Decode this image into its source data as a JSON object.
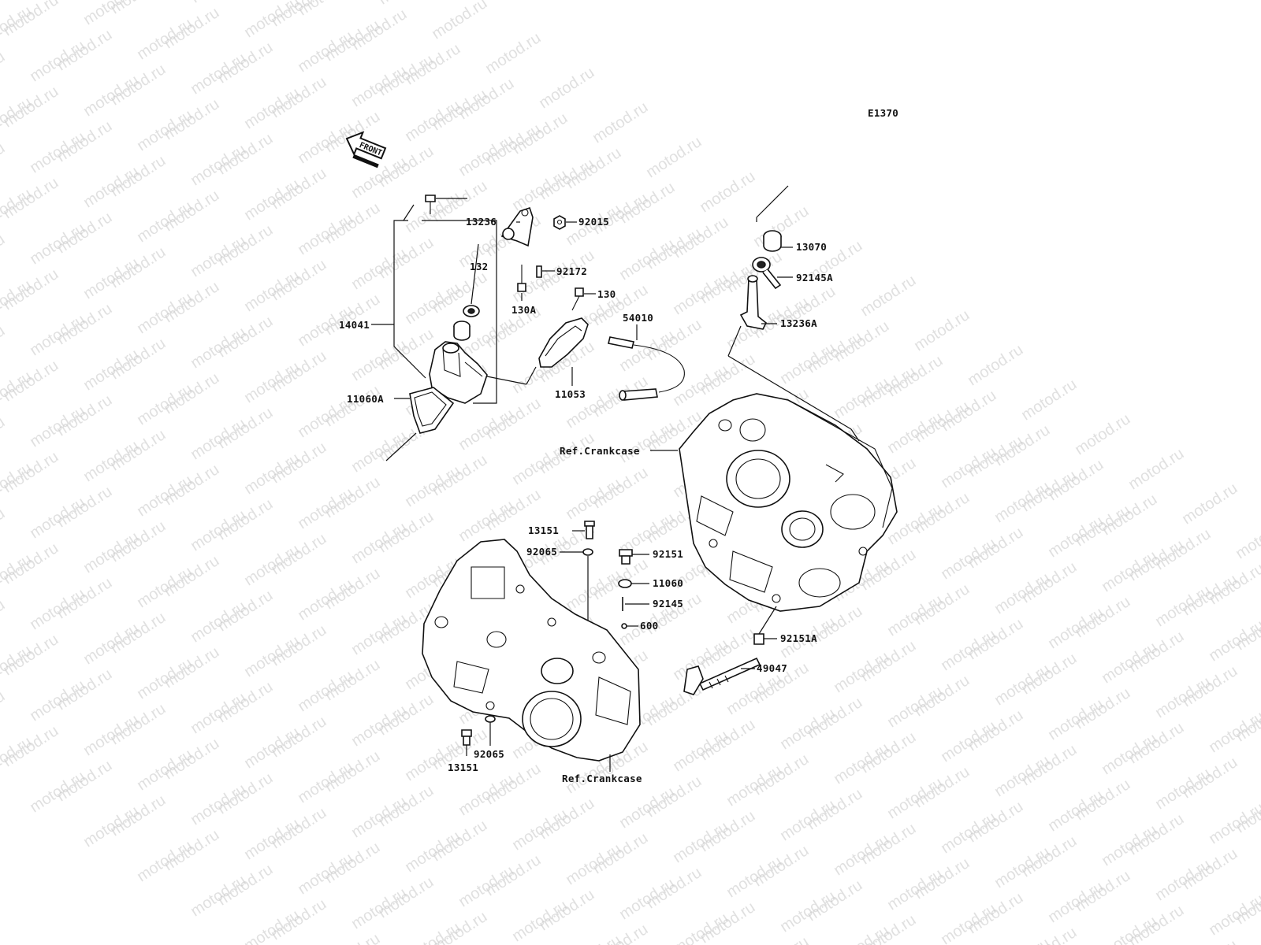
{
  "watermark": "motod.ru",
  "diagram_code": "E1370",
  "front_label": "FRONT",
  "parts": {
    "p13236": "13236",
    "p92015": "92015",
    "p132": "132",
    "p92172": "92172",
    "p130": "130",
    "p130A": "130A",
    "p14041": "14041",
    "p54010": "54010",
    "p11053": "11053",
    "p11060A": "11060A",
    "p13070": "13070",
    "p92145A": "92145A",
    "p13236A": "13236A",
    "ref_crankcase_upper": "Ref.Crankcase",
    "p13151_top": "13151",
    "p92065_top": "92065",
    "p92151": "92151",
    "p11060": "11060",
    "p92145": "92145",
    "p600": "600",
    "p92151A": "92151A",
    "p49047": "49047",
    "p92065_bottom": "92065",
    "p13151_bottom": "13151",
    "ref_crankcase_lower": "Ref.Crankcase"
  }
}
